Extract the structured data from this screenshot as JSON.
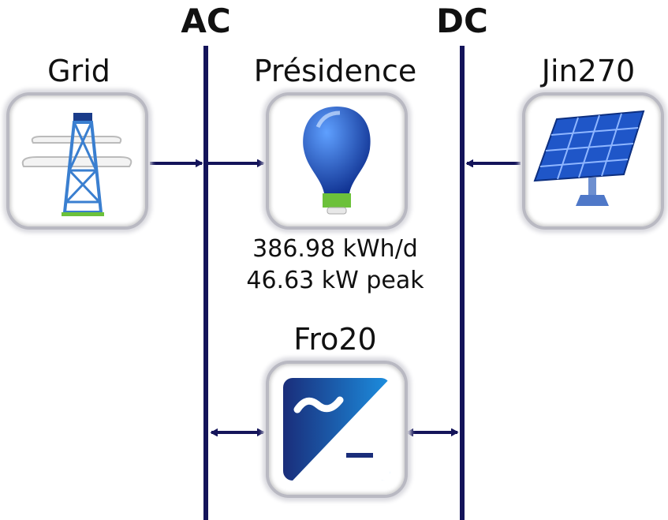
{
  "buses": {
    "ac_label": "AC",
    "dc_label": "DC"
  },
  "components": {
    "grid": {
      "label": "Grid",
      "icon": "transmission-tower-icon"
    },
    "load": {
      "label": "Présidence",
      "icon": "light-bulb-icon",
      "energy": "386.98 kWh/d",
      "peak": "46.63 kW peak"
    },
    "pv": {
      "label": "Jin270",
      "icon": "solar-panel-icon"
    },
    "converter": {
      "label": "Fro20",
      "icon": "converter-icon"
    }
  },
  "colors": {
    "bus": "#14145a",
    "icon_blue": "#1e4fb0",
    "green": "#6cc13a"
  }
}
